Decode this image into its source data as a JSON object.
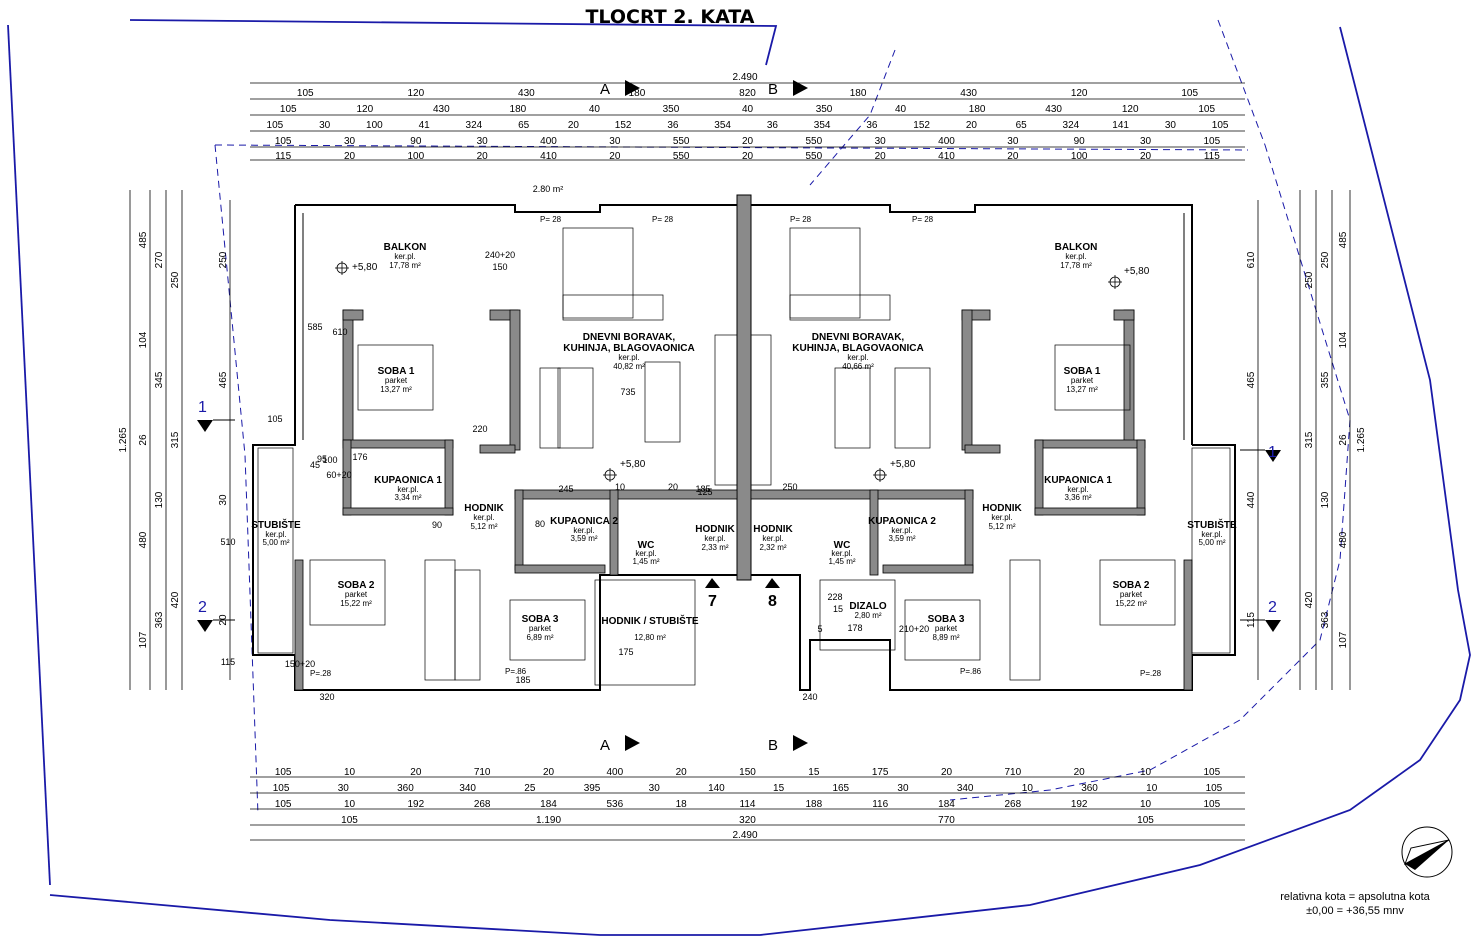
{
  "title": "TLOCRT 2. KATA",
  "note": {
    "line1": "relativna kota = apsolutna kota",
    "line2": "±0,00 = +36,55 mnv"
  },
  "section_markers": {
    "a": "A",
    "b": "B",
    "one": "1",
    "two": "2",
    "seven": "7",
    "eight": "8"
  },
  "dims": {
    "top_total": "2.490",
    "top_row1": [
      "105",
      "120",
      "430",
      "180",
      "820",
      "180",
      "430",
      "120",
      "105"
    ],
    "top_row2": [
      "105",
      "120",
      "430",
      "180",
      "40",
      "350",
      "40",
      "350",
      "40",
      "180",
      "430",
      "120",
      "105"
    ],
    "top_row3": [
      "105",
      "30",
      "100",
      "41",
      "324",
      "65",
      "20",
      "152",
      "36",
      "354",
      "36",
      "354",
      "36",
      "152",
      "20",
      "65",
      "324",
      "141",
      "30",
      "105"
    ],
    "top_row4": [
      "105",
      "30",
      "90",
      "30",
      "400",
      "30",
      "550",
      "20",
      "550",
      "30",
      "400",
      "30",
      "90",
      "30",
      "105"
    ],
    "top_row5": [
      "115",
      "20",
      "100",
      "20",
      "410",
      "20",
      "550",
      "20",
      "550",
      "20",
      "410",
      "20",
      "100",
      "20",
      "115"
    ],
    "bottom_row1": [
      "105",
      "10",
      "20",
      "710",
      "20",
      "400",
      "20",
      "150",
      "15",
      "175",
      "20",
      "710",
      "20",
      "10",
      "105"
    ],
    "bottom_row2": [
      "105",
      "30",
      "360",
      "340",
      "25",
      "395",
      "30",
      "140",
      "15",
      "165",
      "30",
      "340",
      "10",
      "360",
      "10",
      "105"
    ],
    "bottom_row3": [
      "105",
      "10",
      "192",
      "268",
      "184",
      "536",
      "18",
      "114",
      "188",
      "116",
      "184",
      "268",
      "192",
      "10",
      "105"
    ],
    "bottom_row4": [
      "105",
      "1.190",
      "320",
      "770",
      "105"
    ],
    "bottom_total": "2.490",
    "left_total": "1.265",
    "left_a": [
      "485",
      "104",
      "26",
      "480",
      "107"
    ],
    "left_b": [
      "270",
      "345",
      "130",
      "363"
    ],
    "left_c": [
      "250",
      "315",
      "420"
    ],
    "left_d": [
      "250",
      "465",
      "30",
      "20"
    ],
    "right_total": "1.265",
    "right_a": [
      "485",
      "104",
      "26",
      "480",
      "107"
    ],
    "right_b": [
      "250",
      "355",
      "130",
      "363"
    ],
    "right_c": [
      "250",
      "315",
      "420"
    ],
    "right_d": [
      "610",
      "465",
      "440",
      "115"
    ],
    "inner": [
      "610",
      "585",
      "735",
      "510",
      "115",
      "105",
      "220",
      "90",
      "100",
      "60+20",
      "95",
      "45",
      "176",
      "80",
      "245",
      "10",
      "20",
      "185",
      "125",
      "250",
      "175",
      "178",
      "228",
      "15",
      "5",
      "210+20",
      "150+20",
      "185",
      "320",
      "240",
      "240+20",
      "150",
      "2.80 m²"
    ]
  },
  "rooms": [
    {
      "name": "BALKON",
      "floor": "ker.pl.",
      "area": "17,78 m²"
    },
    {
      "name": "DNEVNI BORAVAK,",
      "name2": "KUHINJA, BLAGOVAONICA",
      "floor": "ker.pl.",
      "area": "40,82 m²"
    },
    {
      "name": "SOBA 1",
      "floor": "parket",
      "area": "13,27 m²"
    },
    {
      "name": "KUPAONICA 1",
      "floor": "ker.pl.",
      "area": "3,34 m²"
    },
    {
      "name": "HODNIK",
      "floor": "ker.pl.",
      "area": "5,12 m²"
    },
    {
      "name": "KUPAONICA 2",
      "floor": "ker.pl.",
      "area": "3,59 m²"
    },
    {
      "name": "WC",
      "floor": "ker.pl.",
      "area": "1,45 m²"
    },
    {
      "name": "STUBIŠTE",
      "floor": "ker.pl.",
      "area": "5,00 m²"
    },
    {
      "name": "SOBA 2",
      "floor": "parket",
      "area": "15,22 m²"
    },
    {
      "name": "SOBA 3",
      "floor": "parket",
      "area": "6,89 m²"
    },
    {
      "name": "HODNIK / STUBIŠTE",
      "floor": "",
      "area": "12,80 m²"
    },
    {
      "name": "HODNIK",
      "floor": "ker.pl.",
      "area": "2,33 m²"
    },
    {
      "name": "HODNIK",
      "floor": "ker.pl.",
      "area": "2,32 m²"
    },
    {
      "name": "DIZALO",
      "floor": "",
      "area": "2,80 m²"
    },
    {
      "name": "WC",
      "floor": "ker.pl.",
      "area": "1,45 m²"
    },
    {
      "name": "KUPAONICA 2",
      "floor": "ker.pl.",
      "area": "3,59 m²"
    },
    {
      "name": "HODNIK",
      "floor": "ker.pl.",
      "area": "5,12 m²"
    },
    {
      "name": "KUPAONICA 1",
      "floor": "ker.pl.",
      "area": "3,36 m²"
    },
    {
      "name": "STUBIŠTE",
      "floor": "ker.pl.",
      "area": "5,00 m²"
    },
    {
      "name": "SOBA 2",
      "floor": "parket",
      "area": "15,22 m²"
    },
    {
      "name": "SOBA 3",
      "floor": "parket",
      "area": "8,89 m²"
    },
    {
      "name": "SOBA 1",
      "floor": "parket",
      "area": "13,27 m²"
    },
    {
      "name": "DNEVNI BORAVAK,",
      "name2": "KUHINJA, BLAGOVAONICA",
      "floor": "ker.pl.",
      "area": "40,66 m²"
    },
    {
      "name": "BALKON",
      "floor": "ker.pl.",
      "area": "17,78 m²"
    }
  ],
  "levels": [
    "+5,80",
    "+5,80",
    "+5,80",
    "+5,80"
  ],
  "door_tags": [
    "P= 28",
    "P= 28",
    "P= 28",
    "P= 28",
    "P=.86",
    "P=.86",
    "P=.28",
    "P=.28"
  ],
  "colors": {
    "wall": "#8a8a8a",
    "line": "#000000",
    "blue": "#1a1aa8"
  },
  "icons": [
    "north-arrow-icon",
    "section-arrow-icon"
  ]
}
